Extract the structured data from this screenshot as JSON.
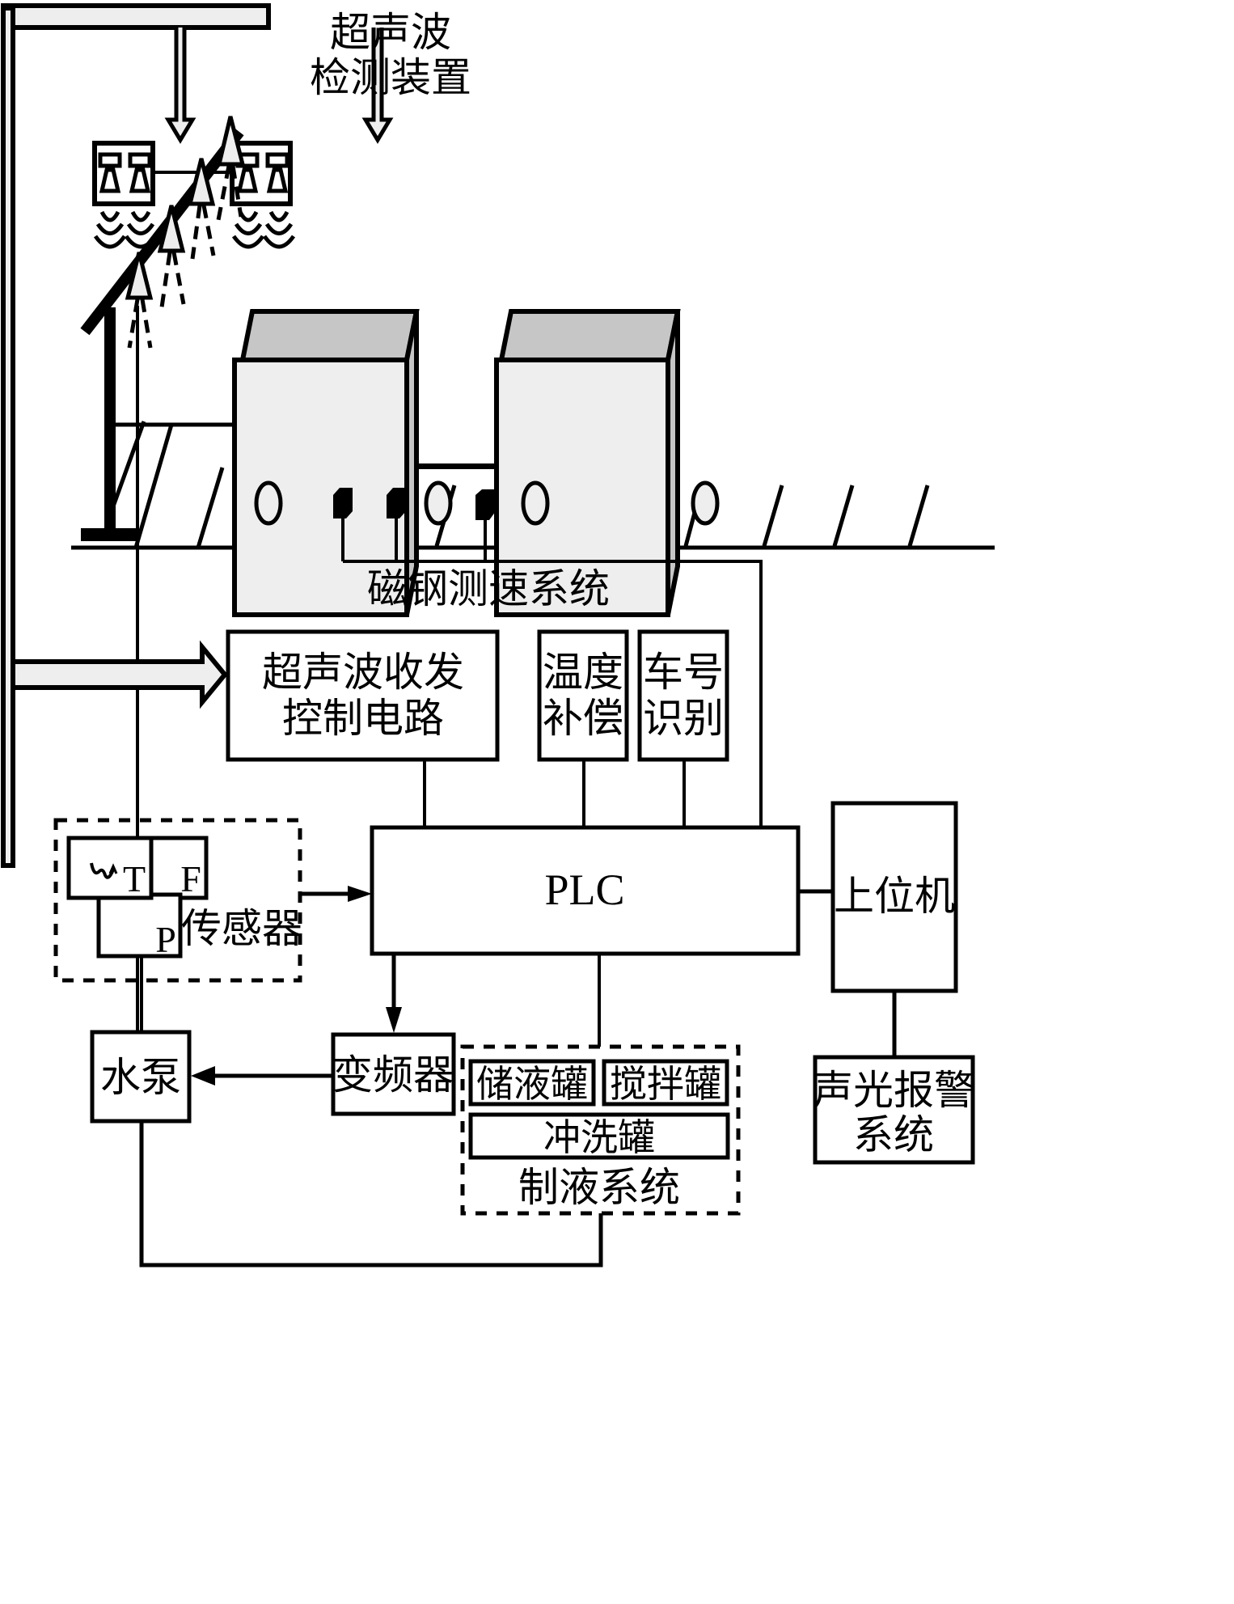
{
  "diagram": {
    "title": "",
    "colors": {
      "stroke": "#000000",
      "light_fill": "#eeeeee",
      "top_fill": "#c6c6c6",
      "background": "#ffffff"
    },
    "labels": {
      "ultrasonic_device_line1": "超声波",
      "ultrasonic_device_line2": "检测装置",
      "magnet_speed_system": "磁钢测速系统",
      "ultrasonic_circuit_line1": "超声波收发",
      "ultrasonic_circuit_line2": "控制电路",
      "temp_comp_line1": "温度",
      "temp_comp_line2": "补偿",
      "car_id_line1": "车号",
      "car_id_line2": "识别",
      "plc": "PLC",
      "host_computer": "上位机",
      "alarm_line1": "声光报警",
      "alarm_line2": "系统",
      "sensor_group": "传感器",
      "sensor_t": "T",
      "sensor_f": "F",
      "sensor_p": "P",
      "water_pump": "水泵",
      "inverter": "变频器",
      "storage_tank": "储液罐",
      "mixing_tank": "搅拌罐",
      "flushing_tank": "冲洗罐",
      "liquid_system": "制液系统"
    },
    "components": [
      {
        "id": "ultrasonic-device",
        "label_keys": [
          "ultrasonic_device_line1",
          "ultrasonic_device_line2"
        ],
        "count_probe_units": 2
      },
      {
        "id": "spray-boom",
        "nozzle_count": 4
      },
      {
        "id": "railcars",
        "count": 2,
        "wheels_per_car": 2
      },
      {
        "id": "magnet-sensors",
        "count": 3
      },
      {
        "id": "ultrasonic-circuit"
      },
      {
        "id": "temperature-compensation"
      },
      {
        "id": "car-number-identification"
      },
      {
        "id": "plc"
      },
      {
        "id": "host-computer"
      },
      {
        "id": "alarm-system"
      },
      {
        "id": "sensors",
        "types": [
          "T",
          "F",
          "P"
        ]
      },
      {
        "id": "water-pump"
      },
      {
        "id": "inverter"
      },
      {
        "id": "liquid-system",
        "tanks": [
          "储液罐",
          "搅拌罐",
          "冲洗罐"
        ]
      }
    ]
  }
}
